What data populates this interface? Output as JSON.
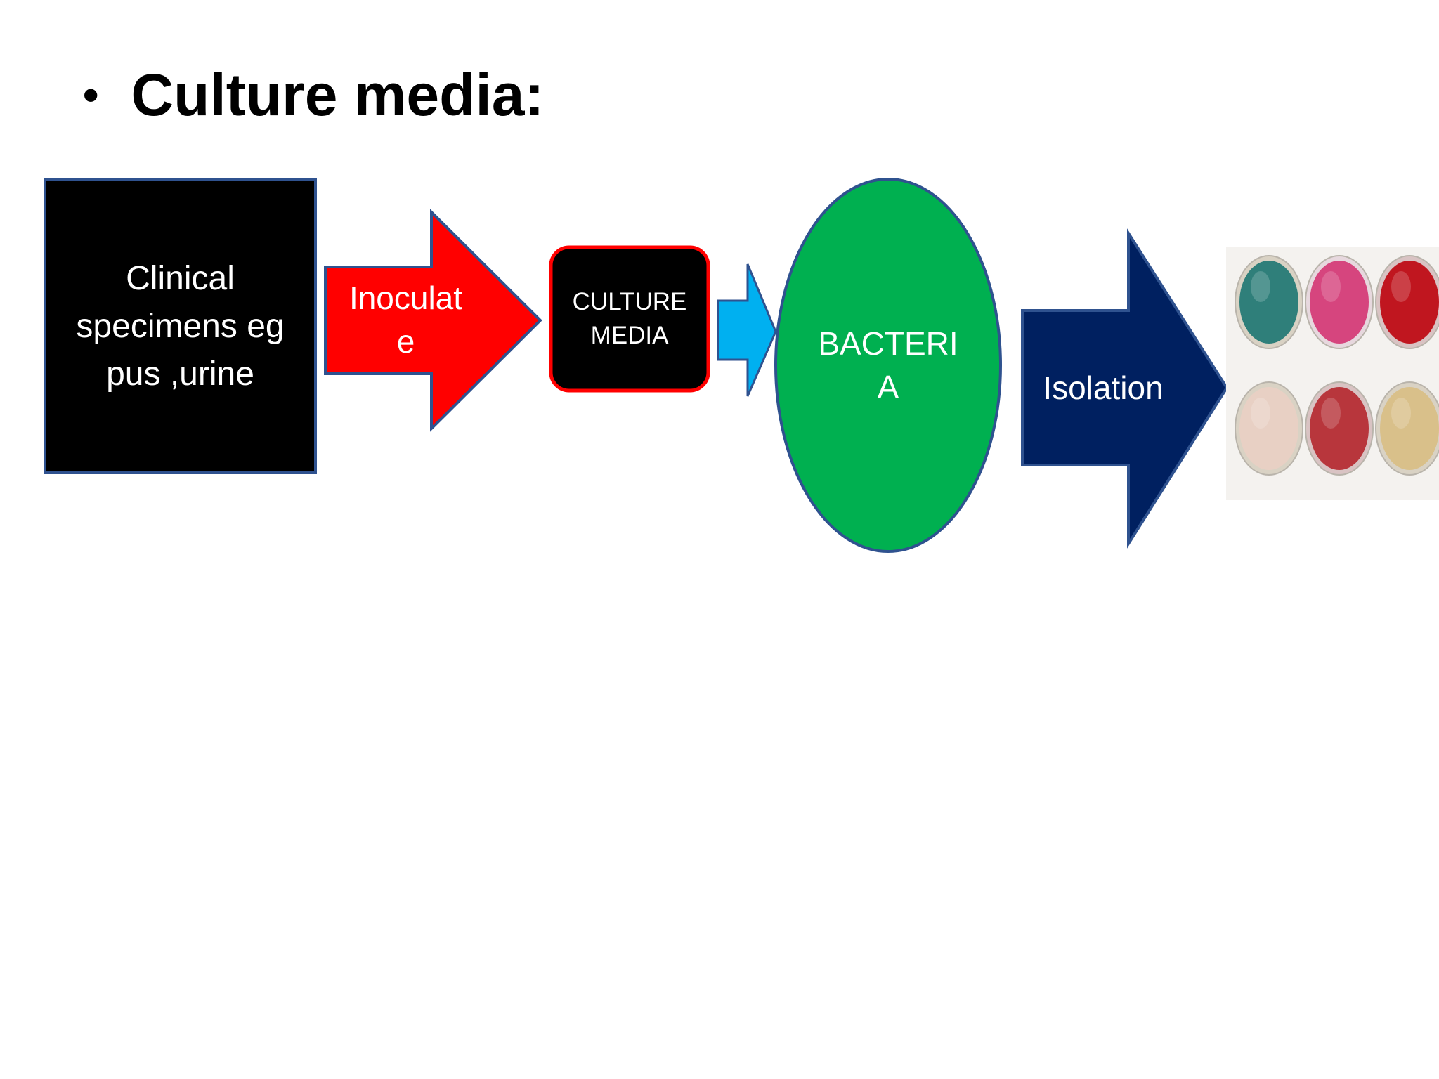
{
  "slide": {
    "title_bullet": "•",
    "title": "Culture media:"
  },
  "diagram": {
    "specimens_box": {
      "text": "Clinical\nspecimens eg\npus ,urine",
      "fill": "#000000",
      "border": "#2f528f",
      "text_color": "#ffffff"
    },
    "inoculate_arrow": {
      "text": "Inoculat\ne",
      "fill": "#ff0000",
      "border": "#2f528f",
      "text_color": "#ffffff"
    },
    "culture_media_box": {
      "text": "CULTURE\nMEDIA",
      "fill": "#000000",
      "border": "#ff0000",
      "text_color": "#ffffff"
    },
    "small_arrow": {
      "fill": "#00b0f0",
      "border": "#2f528f"
    },
    "bacteria_oval": {
      "text": "BACTERI\nA",
      "fill": "#00b050",
      "border": "#2f528f",
      "text_color": "#ffffff"
    },
    "isolation_arrow": {
      "text": "Isolation",
      "fill": "#002060",
      "border": "#2f528f",
      "text_color": "#ffffff"
    },
    "petri_dishes": {
      "icon": "petri-dish-photo",
      "dishes": [
        {
          "plate_color": "#2f7f7a",
          "rim": "#d9d2c4"
        },
        {
          "plate_color": "#d6457e",
          "rim": "#e7d8de"
        },
        {
          "plate_color": "#c0161f",
          "rim": "#d9c3c3"
        },
        {
          "plate_color": "#e8d0c4",
          "rim": "#d9d2c4"
        },
        {
          "plate_color": "#b8363c",
          "rim": "#d9c3c3"
        },
        {
          "plate_color": "#d9c08a",
          "rim": "#d9d2c4"
        }
      ]
    }
  }
}
